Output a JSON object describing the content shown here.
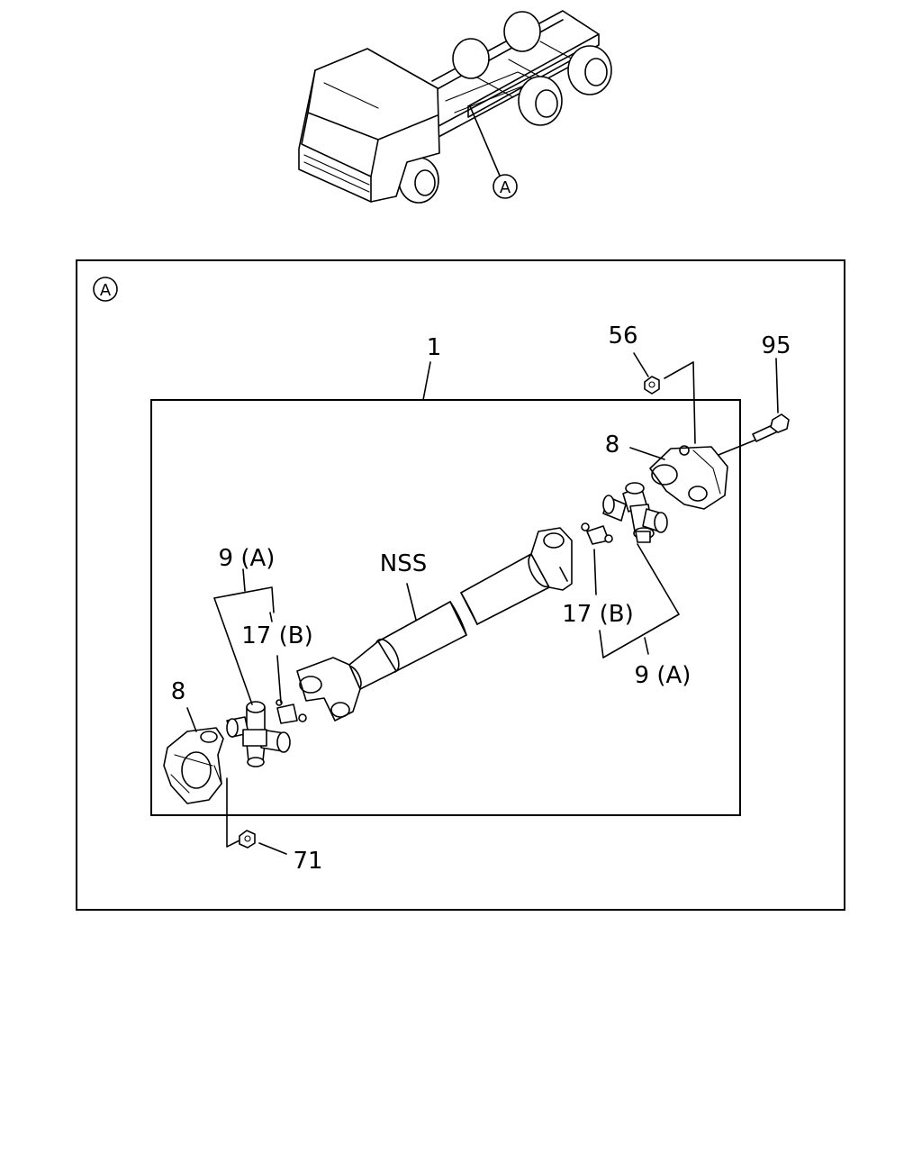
{
  "overview": {
    "callout": "A"
  },
  "detail": {
    "callout": "A",
    "labels": {
      "assembly": "1",
      "nss": "NSS",
      "nut_top": "56",
      "bolt": "95",
      "yoke_right": "8",
      "yoke_left": "8",
      "kit_left": "9 (A)",
      "kit_right": "9 (A)",
      "fitting_left": "17 (B)",
      "fitting_right": "17 (B)",
      "nut_bottom": "71"
    }
  }
}
